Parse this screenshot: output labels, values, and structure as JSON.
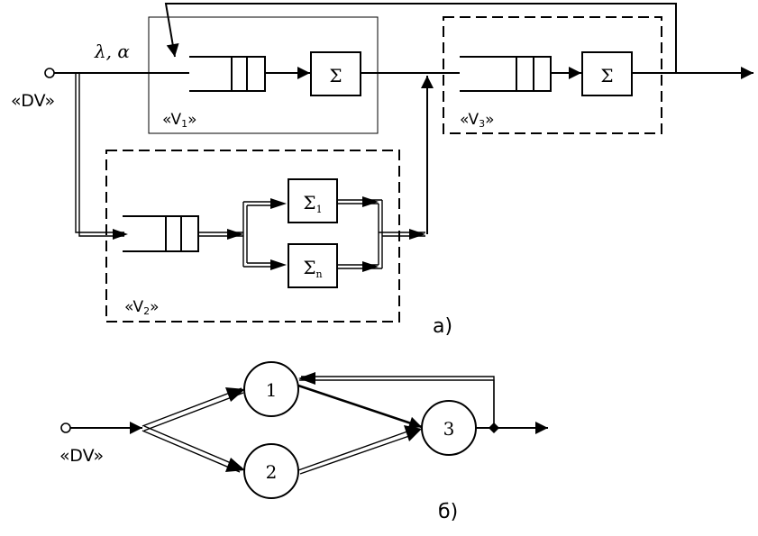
{
  "diagram_a": {
    "input_label": "«DV»",
    "params_label": "λ, α",
    "subfigure_label": "а)",
    "blocks": {
      "v1": {
        "open": "«V",
        "sub": "1",
        "close": "»",
        "sum": "Σ"
      },
      "v2": {
        "open": "«V",
        "sub": "2",
        "close": "»",
        "sum1": "Σ",
        "sum1_sub": "1",
        "sumn": "Σ",
        "sumn_sub": "n"
      },
      "v3": {
        "open": "«V",
        "sub": "3",
        "close": "»",
        "sum": "Σ"
      }
    }
  },
  "diagram_b": {
    "input_label": "«DV»",
    "nodes": [
      "1",
      "2",
      "3"
    ],
    "subfigure_label": "б)"
  }
}
